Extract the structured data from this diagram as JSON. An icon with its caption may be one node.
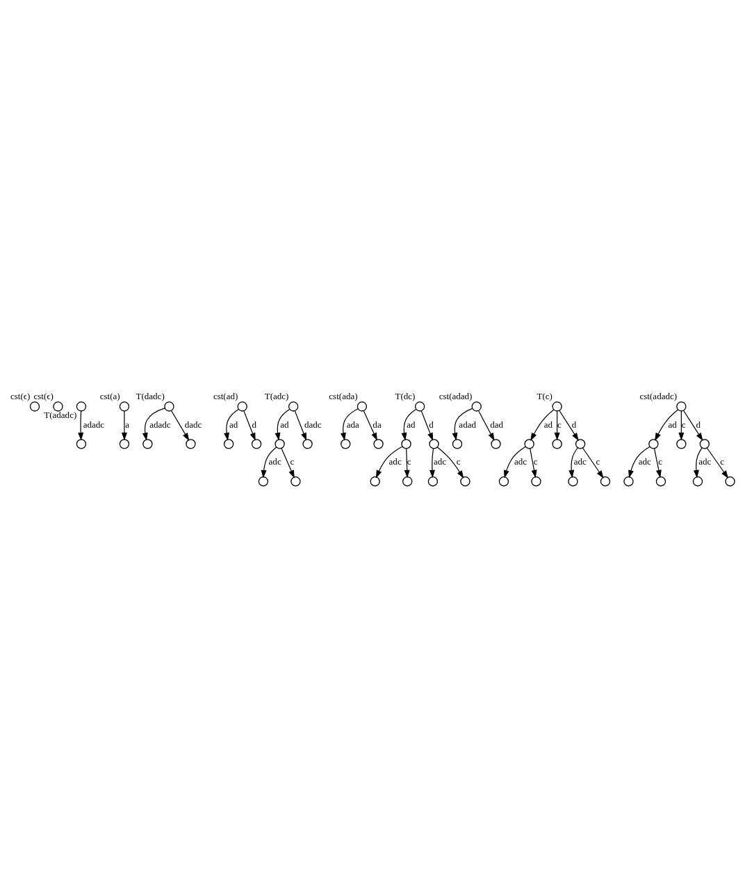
{
  "diagram": {
    "nodes": [
      {
        "text": [],
        "shape": "circle",
        "beside": [
          "cst(ϵ)"
        ]
      },
      {
        "text": [],
        "shape": "circle",
        "beside": [
          "cst(ϵ)"
        ]
      },
      {
        "text": [],
        "shape": "circle",
        "beside": [
          "T(adadc)"
        ]
      },
      {
        "text": [],
        "shape": "circle"
      },
      {
        "text": [],
        "shape": "circle",
        "beside": [
          "cst(a)"
        ]
      },
      {
        "text": [],
        "shape": "circle"
      },
      {
        "text": [],
        "shape": "circle",
        "beside": [
          "T(dadc)"
        ]
      },
      {
        "text": [],
        "shape": "circle"
      },
      {
        "text": [],
        "shape": "circle"
      },
      {
        "text": [],
        "shape": "circle",
        "beside": [
          "cst(ad)"
        ]
      },
      {
        "text": [],
        "shape": "circle"
      },
      {
        "text": [],
        "shape": "circle"
      },
      {
        "text": [],
        "shape": "circle",
        "beside": [
          "T(adc)"
        ]
      },
      {
        "text": [],
        "shape": "circle"
      },
      {
        "text": [],
        "shape": "circle"
      },
      {
        "text": [],
        "shape": "circle"
      },
      {
        "text": [],
        "shape": "circle"
      },
      {
        "text": [],
        "shape": "circle",
        "beside": [
          "cst(ada)"
        ]
      },
      {
        "text": [],
        "shape": "circle"
      },
      {
        "text": [],
        "shape": "circle"
      },
      {
        "text": [],
        "shape": "circle",
        "beside": [
          "T(dc)"
        ]
      },
      {
        "text": [],
        "shape": "circle"
      },
      {
        "text": [],
        "shape": "circle"
      },
      {
        "text": [],
        "shape": "circle"
      },
      {
        "text": [],
        "shape": "circle"
      },
      {
        "text": [],
        "shape": "circle"
      },
      {
        "text": [],
        "shape": "circle"
      },
      {
        "text": [],
        "shape": "circle",
        "beside": [
          "cst(adad)"
        ]
      },
      {
        "text": [],
        "shape": "circle"
      },
      {
        "text": [],
        "shape": "circle"
      },
      {
        "text": [],
        "shape": "circle",
        "beside": [
          "T(c)"
        ]
      },
      {
        "text": [],
        "shape": "circle"
      },
      {
        "text": [],
        "shape": "circle"
      },
      {
        "text": [],
        "shape": "circle"
      },
      {
        "text": [],
        "shape": "circle"
      },
      {
        "text": [],
        "shape": "circle"
      },
      {
        "text": [],
        "shape": "circle"
      },
      {
        "text": [],
        "shape": "circle"
      },
      {
        "text": [],
        "shape": "circle",
        "beside": [
          "cst(adadc)"
        ]
      },
      {
        "text": [],
        "shape": "circle"
      },
      {
        "text": [],
        "shape": "circle"
      },
      {
        "text": [],
        "shape": "circle"
      },
      {
        "text": [],
        "shape": "circle"
      },
      {
        "text": [],
        "shape": "circle"
      },
      {
        "text": [],
        "shape": "circle"
      },
      {
        "text": [],
        "shape": "circle"
      }
    ],
    "edges": [
      {
        "from": 2,
        "to": 3,
        "arrow": "to",
        "label": "adadc"
      },
      {
        "from": 4,
        "to": 5,
        "arrow": "to",
        "label": "a"
      },
      {
        "from": 6,
        "to": 7,
        "arrow": "to",
        "label": "adadc"
      },
      {
        "from": 6,
        "to": 8,
        "arrow": "to",
        "label": "dadc"
      },
      {
        "from": 9,
        "to": 10,
        "arrow": "to",
        "label": "ad"
      },
      {
        "from": 9,
        "to": 11,
        "arrow": "to",
        "label": "d"
      },
      {
        "from": 12,
        "to": 13,
        "arrow": "to",
        "label": "ad"
      },
      {
        "from": 12,
        "to": 14,
        "arrow": "to",
        "label": "dadc"
      },
      {
        "from": 13,
        "to": 15,
        "arrow": "to",
        "label": "adc"
      },
      {
        "from": 13,
        "to": 16,
        "arrow": "to",
        "label": "c"
      },
      {
        "from": 17,
        "to": 18,
        "arrow": "to",
        "label": "ada"
      },
      {
        "from": 17,
        "to": 19,
        "arrow": "to",
        "label": "da"
      },
      {
        "from": 20,
        "to": 21,
        "arrow": "to",
        "label": "ad"
      },
      {
        "from": 20,
        "to": 22,
        "arrow": "to",
        "label": "d"
      },
      {
        "from": 21,
        "to": 23,
        "arrow": "to",
        "label": "adc"
      },
      {
        "from": 21,
        "to": 24,
        "arrow": "to",
        "label": "c"
      },
      {
        "from": 22,
        "to": 25,
        "arrow": "to",
        "label": "adc"
      },
      {
        "from": 22,
        "to": 26,
        "arrow": "to",
        "label": "c"
      },
      {
        "from": 27,
        "to": 28,
        "arrow": "to",
        "label": "adad"
      },
      {
        "from": 27,
        "to": 29,
        "arrow": "to",
        "label": "dad"
      },
      {
        "from": 30,
        "to": 31,
        "arrow": "to",
        "label": "ad"
      },
      {
        "from": 30,
        "to": 32,
        "arrow": "to",
        "label": "c"
      },
      {
        "from": 30,
        "to": 33,
        "arrow": "to",
        "label": "d"
      },
      {
        "from": 31,
        "to": 34,
        "arrow": "to",
        "label": "adc"
      },
      {
        "from": 31,
        "to": 35,
        "arrow": "to",
        "label": "c"
      },
      {
        "from": 33,
        "to": 36,
        "arrow": "to",
        "label": "adc"
      },
      {
        "from": 33,
        "to": 37,
        "arrow": "to",
        "label": "c"
      },
      {
        "from": 38,
        "to": 39,
        "arrow": "to",
        "label": "ad"
      },
      {
        "from": 38,
        "to": 40,
        "arrow": "to",
        "label": "c"
      },
      {
        "from": 38,
        "to": 41,
        "arrow": "to",
        "label": "d"
      },
      {
        "from": 39,
        "to": 42,
        "arrow": "to",
        "label": "adc"
      },
      {
        "from": 39,
        "to": 43,
        "arrow": "to",
        "label": "c"
      },
      {
        "from": 41,
        "to": 44,
        "arrow": "to",
        "label": "adc"
      },
      {
        "from": 41,
        "to": 45,
        "arrow": "to",
        "label": "c"
      }
    ]
  }
}
